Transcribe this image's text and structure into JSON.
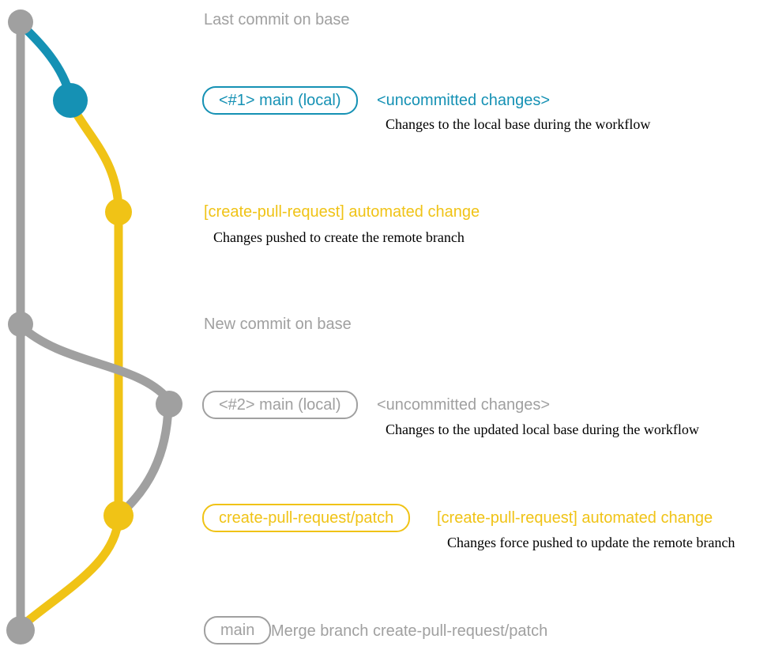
{
  "colors": {
    "background": "#ffffff",
    "gray": "#a0a0a0",
    "blue": "#1591b4",
    "yellow": "#f0c316",
    "caption": "#000000"
  },
  "graph": {
    "type": "git-branch-diagram",
    "branch_lanes": [
      {
        "name": "base",
        "color_key": "gray"
      },
      {
        "name": "main (local)",
        "color_key": "blue"
      },
      {
        "name": "create-pull-request/patch",
        "color_key": "yellow"
      }
    ],
    "commit_nodes": [
      {
        "id": "last-commit-on-base",
        "color_key": "gray"
      },
      {
        "id": "main-local-1",
        "color_key": "blue"
      },
      {
        "id": "cpr-automated-change-1",
        "color_key": "yellow"
      },
      {
        "id": "new-commit-on-base",
        "color_key": "gray"
      },
      {
        "id": "main-local-2",
        "color_key": "gray"
      },
      {
        "id": "cpr-automated-change-2",
        "color_key": "yellow"
      },
      {
        "id": "merge-commit",
        "color_key": "gray"
      }
    ]
  },
  "annotations": {
    "last_commit": {
      "title": "Last commit on base"
    },
    "local1": {
      "badge": "<#1> main (local)",
      "heading": "<uncommitted changes>",
      "caption": "Changes to the local base during the workflow"
    },
    "cpr1": {
      "heading": "[create-pull-request] automated change",
      "caption": "Changes pushed to create the remote branch"
    },
    "new_commit": {
      "title": "New commit on base"
    },
    "local2": {
      "badge": "<#2> main (local)",
      "heading": "<uncommitted changes>",
      "caption": "Changes to the updated local base during the workflow"
    },
    "cpr2": {
      "badge": "create-pull-request/patch",
      "heading": "[create-pull-request] automated change",
      "caption": "Changes force pushed to update the remote branch"
    },
    "merge": {
      "badge": "main",
      "title": "Merge branch create-pull-request/patch"
    }
  }
}
